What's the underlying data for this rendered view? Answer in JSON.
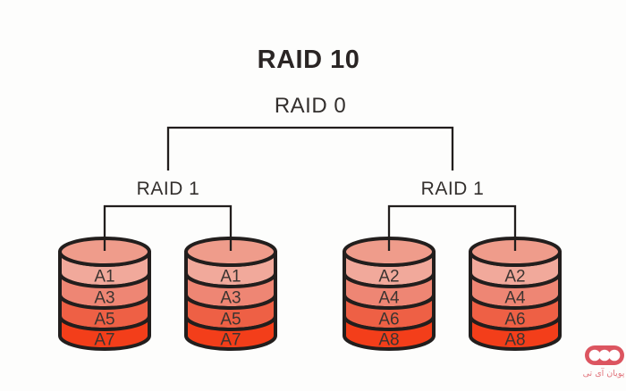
{
  "page": {
    "background_color": "#FDFDFC"
  },
  "title": "RAID 10",
  "tree": {
    "root_label": "RAID 0",
    "groups": [
      {
        "label": "RAID 1",
        "disks": [
          {
            "blocks": [
              "A1",
              "A3",
              "A5",
              "A7"
            ]
          },
          {
            "blocks": [
              "A1",
              "A3",
              "A5",
              "A7"
            ]
          }
        ]
      },
      {
        "label": "RAID 1",
        "disks": [
          {
            "blocks": [
              "A2",
              "A4",
              "A6",
              "A8"
            ]
          },
          {
            "blocks": [
              "A2",
              "A4",
              "A6",
              "A8"
            ]
          }
        ]
      }
    ]
  },
  "disk_style": {
    "top_face_color": "#EF9C8B",
    "band_colors": [
      "#F1A99B",
      "#EE8674",
      "#EE6045",
      "#F33E1A"
    ],
    "outline_color": "#221E1D",
    "label_color": "#3C3431"
  },
  "logo": {
    "text": "پویان آی تی",
    "pill_color": "#DC5560",
    "circle_color": "#FFFFFF",
    "text_color": "#E1737B"
  }
}
